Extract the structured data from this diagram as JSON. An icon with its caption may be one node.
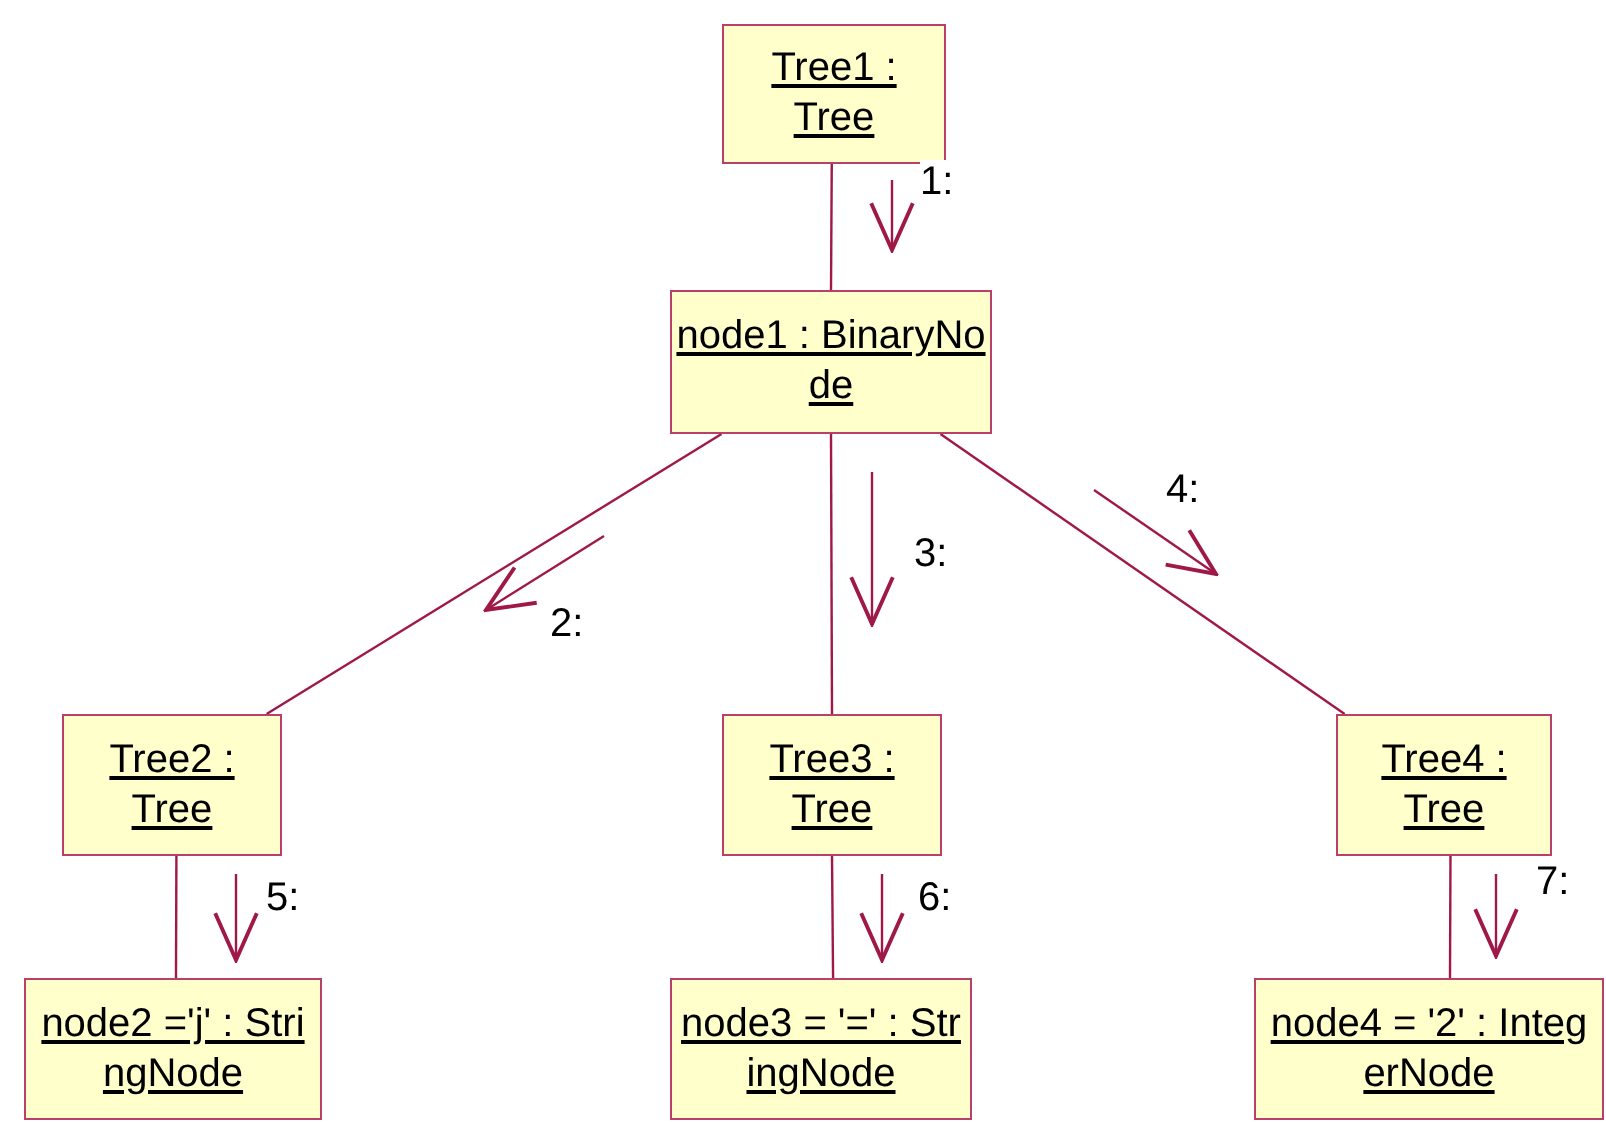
{
  "diagram": {
    "nodes": [
      {
        "text": [
          "Tree1 : Tree"
        ]
      },
      {
        "text": [
          "node1 : BinaryNode"
        ]
      },
      {
        "text": [
          "Tree2 : Tree"
        ]
      },
      {
        "text": [
          "Tree3 : Tree"
        ]
      },
      {
        "text": [
          "Tree4 : Tree"
        ]
      },
      {
        "text": [
          "node2 ='j' : StringNode"
        ]
      },
      {
        "text": [
          "node3 = '=' : StringNode"
        ]
      },
      {
        "text": [
          "node4 = '2' : IntegerNode"
        ]
      }
    ],
    "edges": [
      {
        "from": 0,
        "to": 1,
        "arrow": "none",
        "label": "1:"
      },
      {
        "from": 1,
        "to": 2,
        "arrow": "none",
        "label": "2:"
      },
      {
        "from": 1,
        "to": 3,
        "arrow": "none",
        "label": "3:"
      },
      {
        "from": 1,
        "to": 4,
        "arrow": "none",
        "label": "4:"
      },
      {
        "from": 2,
        "to": 5,
        "arrow": "none",
        "label": "5:"
      },
      {
        "from": 3,
        "to": 6,
        "arrow": "none",
        "label": "6:"
      },
      {
        "from": 4,
        "to": 7,
        "arrow": "none",
        "label": "7:"
      }
    ]
  }
}
